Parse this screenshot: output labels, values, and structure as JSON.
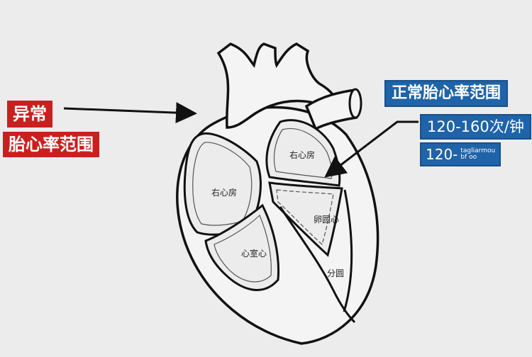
{
  "abnormal_label": {
    "line1": "异常",
    "line2": "胎心率范围"
  },
  "normal_label": {
    "title": "正常胎心率范围",
    "range": "120-160次/钟",
    "sub_main": "120-",
    "sub_small_top": "tagliarmou",
    "sub_small_bottom": "bf           oo"
  },
  "heart_parts": {
    "left_chamber": "右心房",
    "upper_right_chamber": "右心房",
    "middle_chamber": "卵圆心",
    "lower_left_chamber": "心室心",
    "lower_right": "分圆"
  },
  "colors": {
    "abnormal_box": "#c8201f",
    "normal_box": "#1f63a8",
    "outline": "#111111",
    "background": "#ececec"
  }
}
